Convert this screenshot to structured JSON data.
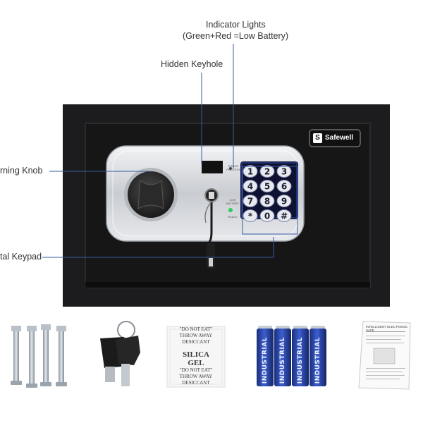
{
  "callouts": {
    "indicator_line1": "Indicator Lights",
    "indicator_line2": "(Green+Red =Low Battery)",
    "keyhole": "Hidden Keyhole",
    "knob": "rning Knob",
    "keypad": "tal Keypad"
  },
  "brand": {
    "logo_letter": "S",
    "name": "Safewell"
  },
  "panel": {
    "label_top": "ERROR",
    "label_mid": "PROCESS",
    "label_low": "LOW BATTERY",
    "label_ready": "READY"
  },
  "keypad": {
    "keys": [
      "1",
      "2",
      "3",
      "4",
      "5",
      "6",
      "7",
      "8",
      "9",
      "*",
      "0",
      "#"
    ]
  },
  "accessories": {
    "silica_lines": [
      "\"DO NOT EAT\"",
      "THROW AWAY",
      "DESICCANT",
      "SILICA",
      "GEL",
      "\"DO NOT EAT\"",
      "THROW AWAY",
      "DESICCANT"
    ],
    "battery_label": "INDUSTRIAL",
    "manual_title": "INTELLIGENT ELECTRONIC SAFE"
  },
  "colors": {
    "leader": "#3a5aa0",
    "safe_body": "#1c1c1e",
    "keypad_bg": "#0e1230",
    "keypad_highlight": "#2c4fb5"
  }
}
